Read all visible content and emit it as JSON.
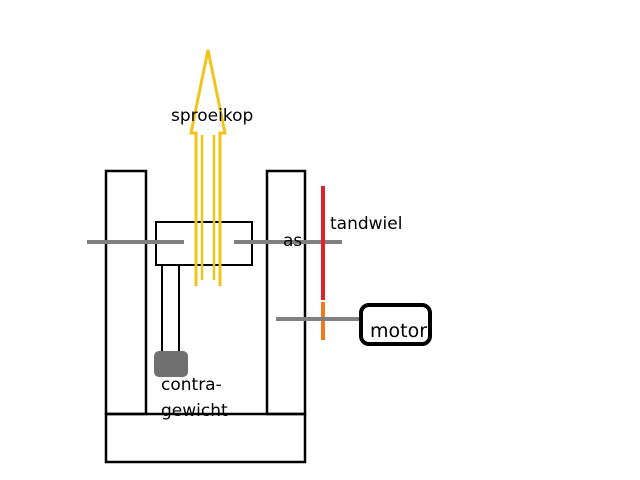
{
  "labels": {
    "sproeikop": "sproeikop",
    "tandwiel": "tandwiel",
    "as": "as",
    "motor": "motor",
    "contra": "contra-",
    "gewicht": "gewicht"
  },
  "colors": {
    "outline": "#000000",
    "shaft": "#808080",
    "nozzle": "#f0c419",
    "gear": "#e0202a",
    "motor_shaft": "#f07a1a",
    "counterweight": "#707070",
    "background": "#ffffff"
  }
}
